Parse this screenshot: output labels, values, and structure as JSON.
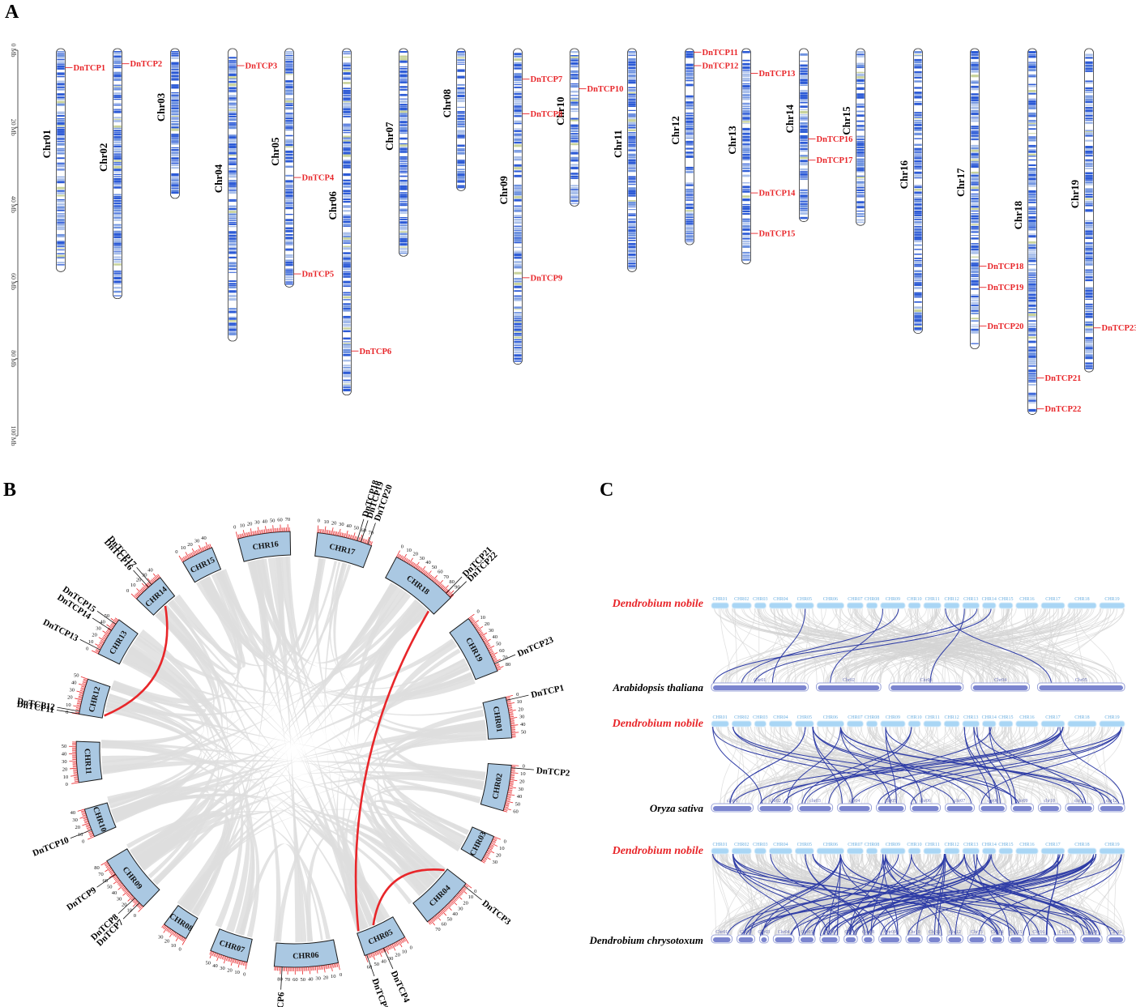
{
  "panels": {
    "a": "A",
    "b": "B",
    "c": "C"
  },
  "axis": {
    "ticks": [
      "0 Mb",
      "20 Mb",
      "40 Mb",
      "60 Mb",
      "80 Mb",
      "100 Mb"
    ],
    "max_mb": 100
  },
  "chromosomes": [
    {
      "name": "Chr01",
      "length": 57
    },
    {
      "name": "Chr02",
      "length": 64
    },
    {
      "name": "Chr03",
      "length": 38
    },
    {
      "name": "Chr04",
      "length": 75
    },
    {
      "name": "Chr05",
      "length": 61
    },
    {
      "name": "Chr06",
      "length": 89
    },
    {
      "name": "Chr07",
      "length": 53
    },
    {
      "name": "Chr08",
      "length": 36
    },
    {
      "name": "Chr09",
      "length": 81
    },
    {
      "name": "Chr10",
      "length": 40
    },
    {
      "name": "Chr11",
      "length": 57
    },
    {
      "name": "Chr12",
      "length": 50
    },
    {
      "name": "Chr13",
      "length": 55
    },
    {
      "name": "Chr14",
      "length": 44
    },
    {
      "name": "Chr15",
      "length": 45
    },
    {
      "name": "Chr16",
      "length": 73
    },
    {
      "name": "Chr17",
      "length": 77
    },
    {
      "name": "Chr18",
      "length": 94
    },
    {
      "name": "Chr19",
      "length": 83
    }
  ],
  "genes": [
    {
      "name": "DnTCP1",
      "chr": 1,
      "pos": 4.5
    },
    {
      "name": "DnTCP2",
      "chr": 2,
      "pos": 3.5
    },
    {
      "name": "DnTCP3",
      "chr": 4,
      "pos": 4
    },
    {
      "name": "DnTCP4",
      "chr": 5,
      "pos": 33
    },
    {
      "name": "DnTCP5",
      "chr": 5,
      "pos": 58
    },
    {
      "name": "DnTCP6",
      "chr": 6,
      "pos": 78
    },
    {
      "name": "DnTCP7",
      "chr": 9,
      "pos": 7.5
    },
    {
      "name": "DnTCP8",
      "chr": 9,
      "pos": 16.5
    },
    {
      "name": "DnTCP9",
      "chr": 9,
      "pos": 59
    },
    {
      "name": "DnTCP10",
      "chr": 10,
      "pos": 10
    },
    {
      "name": "DnTCP11",
      "chr": 12,
      "pos": 0.5
    },
    {
      "name": "DnTCP12",
      "chr": 12,
      "pos": 4
    },
    {
      "name": "DnTCP13",
      "chr": 13,
      "pos": 6
    },
    {
      "name": "DnTCP14",
      "chr": 13,
      "pos": 37
    },
    {
      "name": "DnTCP15",
      "chr": 13,
      "pos": 47.5
    },
    {
      "name": "DnTCP16",
      "chr": 14,
      "pos": 23
    },
    {
      "name": "DnTCP17",
      "chr": 14,
      "pos": 28.5
    },
    {
      "name": "DnTCP18",
      "chr": 17,
      "pos": 56
    },
    {
      "name": "DnTCP19",
      "chr": 17,
      "pos": 61.5
    },
    {
      "name": "DnTCP20",
      "chr": 17,
      "pos": 71.5
    },
    {
      "name": "DnTCP21",
      "chr": 18,
      "pos": 85
    },
    {
      "name": "DnTCP22",
      "chr": 18,
      "pos": 93
    },
    {
      "name": "DnTCP23",
      "chr": 19,
      "pos": 72
    }
  ],
  "circos": {
    "chr_labels": [
      "CHR01",
      "CHR02",
      "CHR03",
      "CHR04",
      "CHR05",
      "CHR06",
      "CHR07",
      "CHR08",
      "CHR09",
      "CHR10",
      "CHR11",
      "CHR12",
      "CHR13",
      "CHR14",
      "CHR15",
      "CHR16",
      "CHR17",
      "CHR18",
      "CHR19"
    ],
    "duplications": [
      [
        "DnTCP12",
        "DnTCP16"
      ],
      [
        "DnTCP5",
        "DnTCP21"
      ],
      [
        "DnTCP4",
        "DnTCP3"
      ]
    ]
  },
  "synteny": {
    "blocks": [
      {
        "top_species": "Dendrobium nobile",
        "bottom_species": "Arabidopsis thaliana",
        "top_labels": [
          "CHR01",
          "CHR02",
          "CHR03",
          "CHR04",
          "CHR05",
          "CHR06",
          "CHR07",
          "CHR08",
          "CHR09",
          "CHR10",
          "CHR11",
          "CHR12",
          "CHR13",
          "CHR14",
          "CHR15",
          "CHR16",
          "CHR17",
          "CHR18",
          "CHR19"
        ],
        "bottom_labels": [
          "Chr01",
          "Chr02",
          "Chr03",
          "Chr04",
          "Chr05"
        ]
      },
      {
        "top_species": "Dendrobium nobile",
        "bottom_species": "Oryza sativa",
        "top_labels": [
          "CHR01",
          "CHR02",
          "CHR03",
          "CHR04",
          "CHR05",
          "CHR06",
          "CHR07",
          "CHR08",
          "CHR09",
          "CHR10",
          "CHR11",
          "CHR12",
          "CHR13",
          "CHR14",
          "CHR15",
          "CHR16",
          "CHR17",
          "CHR18",
          "CHR19"
        ],
        "bottom_labels": [
          "chr01",
          "chr02",
          "chr03",
          "chr04",
          "chr05",
          "chr06",
          "chr07",
          "chr08",
          "chr09",
          "chr10",
          "chr11",
          "chr12"
        ]
      },
      {
        "top_species": "Dendrobium nobile",
        "bottom_species": "Dendrobium chrysotoxum",
        "top_labels": [
          "CHR01",
          "CHR02",
          "CHR03",
          "CHR04",
          "CHR05",
          "CHR06",
          "CHR07",
          "CHR08",
          "CHR09",
          "CHR10",
          "CHR11",
          "CHR12",
          "CHR13",
          "CHR14",
          "CHR15",
          "CHR16",
          "CHR17",
          "CHR18",
          "CHR19"
        ],
        "bottom_labels": [
          "Chr01",
          "Chr02",
          "Chr03",
          "Chr04",
          "Chr05",
          "Chr06",
          "Chr07",
          "Chr08",
          "Chr09",
          "Chr10",
          "Chr11",
          "Chr12",
          "Chr13",
          "Chr14",
          "Chr15",
          "Chr16",
          "Chr17",
          "Chr18",
          "Chr19"
        ]
      }
    ]
  },
  "colors": {
    "gene_label": "#e8262a",
    "chromosome_band": "#2d5bd6",
    "circos_block": "#aac8e2",
    "link_gray": "#dedede",
    "link_red": "#e8262a",
    "synteny_line": "#2e3ca6",
    "top_bar": "#a9d6f5",
    "bottom_bar": "#7b85cf"
  }
}
